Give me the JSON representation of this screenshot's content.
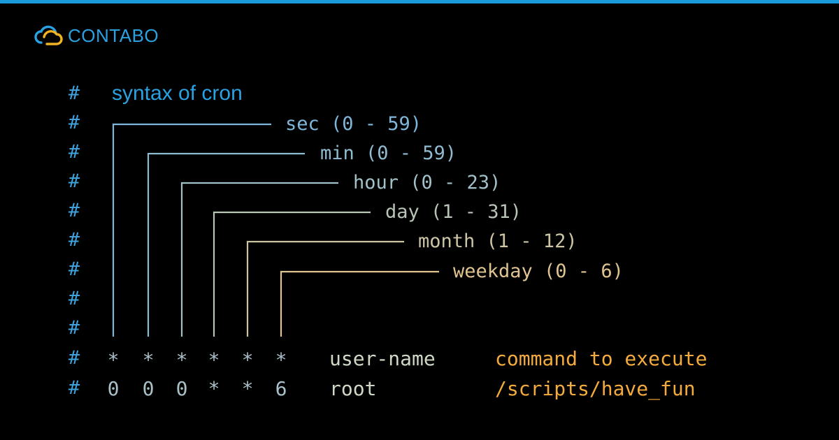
{
  "brand": {
    "name": "CONTABO",
    "logo_icon": "cloud-logo-icon",
    "accent": "#2aa1e0",
    "logo_secondary": "#f0b323"
  },
  "title": "syntax of cron",
  "hash_char": "#",
  "fields": [
    {
      "label": "sec (0 - 59)"
    },
    {
      "label": "min (0 - 59)"
    },
    {
      "label": "hour (0 - 23)"
    },
    {
      "label": "day (1 - 31)"
    },
    {
      "label": "month (1 - 12)"
    },
    {
      "label": "weekday (0 - 6)"
    }
  ],
  "syntax_row": {
    "values": [
      "*",
      "*",
      "*",
      "*",
      "*",
      "*"
    ],
    "user": "user-name",
    "command": "command to execute"
  },
  "example_row": {
    "values": [
      "0",
      "0",
      "0",
      "*",
      "*",
      "6"
    ],
    "user": "root",
    "command": "/scripts/have_fun"
  }
}
